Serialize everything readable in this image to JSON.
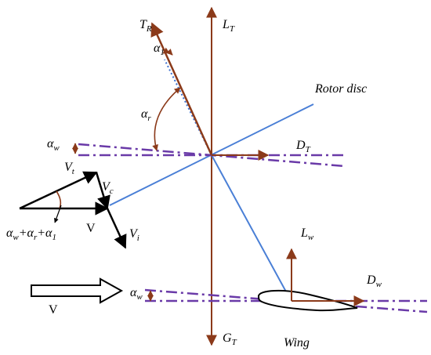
{
  "labels": {
    "thrust_resultant": {
      "main": "T",
      "sub": "R"
    },
    "lift_total": {
      "main": "L",
      "sub": "T"
    },
    "drag_total": {
      "main": "D",
      "sub": "T"
    },
    "weight_total": {
      "main": "G",
      "sub": "T"
    },
    "lift_wing": {
      "main": "L",
      "sub": "w"
    },
    "drag_wing": {
      "main": "D",
      "sub": "w"
    },
    "alpha_one": {
      "main": "α",
      "sub": "1"
    },
    "alpha_rotor": {
      "main": "α",
      "sub": "r"
    },
    "alpha_wing_top": {
      "main": "α",
      "sub": "w"
    },
    "alpha_wing_bottom": {
      "main": "α",
      "sub": "w"
    },
    "velocity_t": {
      "main": "V",
      "sub": "t"
    },
    "velocity_c": {
      "main": "V",
      "sub": "c"
    },
    "velocity_i": {
      "main": "V",
      "sub": "i"
    },
    "rotor_disc": "Rotor disc",
    "wing": "Wing",
    "velocity_triangle_v": "V",
    "freestream_v": "V",
    "angle_sum": {
      "a1": "α",
      "s1": "w",
      "plus1": "+",
      "a2": "α",
      "s2": "r",
      "plus2": "+",
      "a3": "α",
      "s3": "1"
    }
  },
  "colors": {
    "force_arrow": "#8b3a1a",
    "rotor_disc_line": "#4a7fd6",
    "dash_dot_line": "#6a3aa8",
    "dotted_line": "#3a6fd0",
    "angle_arc": "#8b3a1a",
    "black": "#000000"
  }
}
